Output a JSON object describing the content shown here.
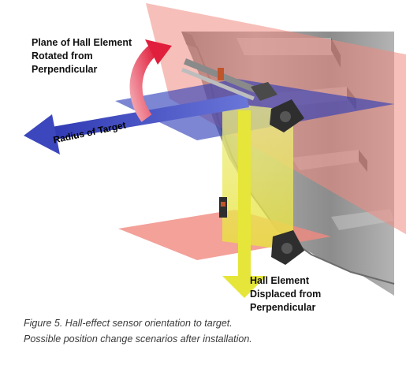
{
  "labels": {
    "plane_rotated": [
      "Plane of Hall Element",
      "Rotated from",
      "Perpendicular"
    ],
    "radius": "Radius of Target",
    "hall_displaced": [
      "Hall Element",
      "Displaced from",
      "Perpendicular"
    ]
  },
  "caption": {
    "line1": "Figure 5. Hall-effect sensor orientation to target.",
    "line2": "Possible position change scenarios after installation."
  },
  "colors": {
    "red_plane": "#f08a80",
    "blue_plane": "#2b3bb8",
    "yellow_column": "#e6e63a",
    "rotation_arrow": "#e8334a",
    "target_gray": "#8e8e8e",
    "sensor_dark": "#2e2e2e"
  }
}
